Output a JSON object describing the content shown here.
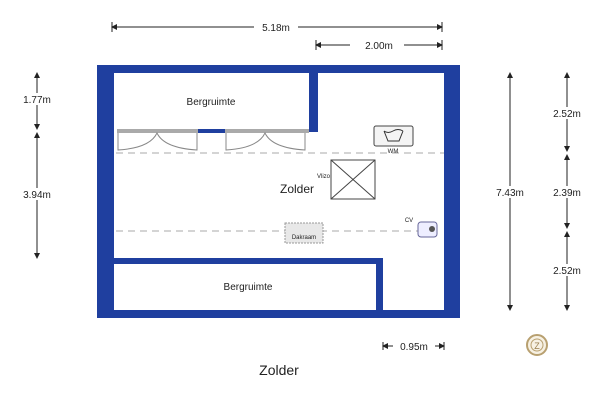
{
  "title": "Zolder",
  "rooms": {
    "storage_top": "Bergruimte",
    "storage_bottom": "Bergruimte",
    "main": "Zolder"
  },
  "fixtures": {
    "washing_machine": "WM",
    "hatch": "Vlizo",
    "roof_window": "Dakraam",
    "boiler": "CV"
  },
  "dimensions": {
    "total_width": "5.18m",
    "top_right_width": "2.00m",
    "left_top": "1.77m",
    "left_mid": "3.94m",
    "total_depth": "7.43m",
    "right_top": "2.52m",
    "right_mid": "2.39m",
    "right_bottom": "2.52m",
    "bottom_gap": "0.95m"
  },
  "logo": {
    "letter": "Z"
  },
  "colors": {
    "wall": "#1f3f9f"
  }
}
